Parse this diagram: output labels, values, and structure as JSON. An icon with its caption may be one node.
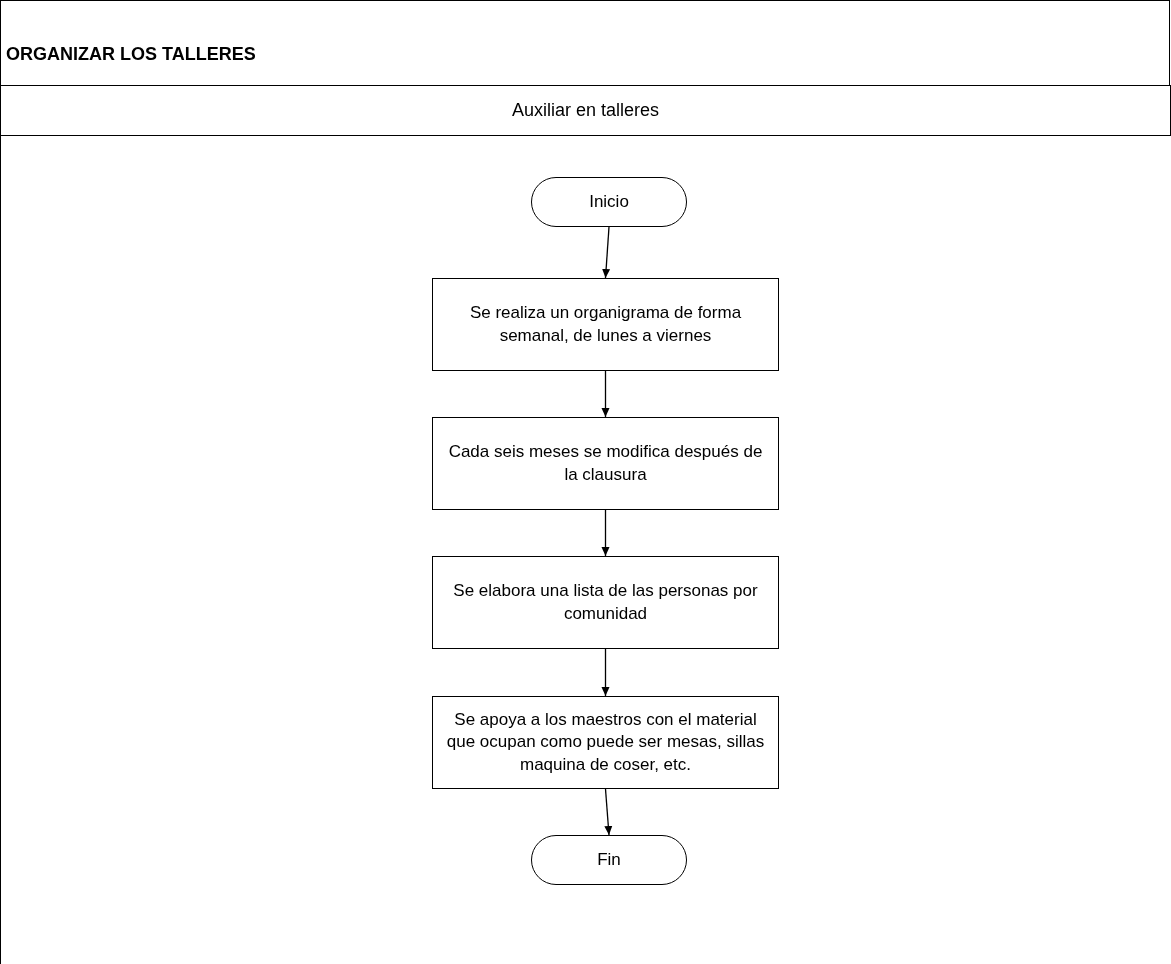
{
  "diagram": {
    "title": "ORGANIZAR LOS TALLERES",
    "nodes": [
      {
        "text": [
          "Auxiliar en talleres"
        ]
      },
      {
        "text": [
          "Inicio"
        ],
        "in": 0
      },
      {
        "text": [
          "Se realiza un organigrama de forma semanal, de lunes a viernes"
        ],
        "in": 0
      },
      {
        "text": [
          "Cada seis meses se modifica después de la clausura"
        ],
        "in": 0
      },
      {
        "text": [
          "Se elabora una lista de las personas por comunidad"
        ],
        "in": 0
      },
      {
        "text": [
          "Se apoya a los maestros con el material que ocupan como puede ser mesas, sillas maquina de coser, etc."
        ],
        "in": 0
      },
      {
        "text": [
          "Fin"
        ],
        "in": 0
      }
    ],
    "edges": [
      {
        "from": 1,
        "to": 2,
        "arrow": "to"
      },
      {
        "from": 2,
        "to": 3,
        "arrow": "to"
      },
      {
        "from": 3,
        "to": 4,
        "arrow": "to"
      },
      {
        "from": 4,
        "to": 5,
        "arrow": "to"
      },
      {
        "from": 5,
        "to": 6,
        "arrow": "to"
      }
    ]
  }
}
